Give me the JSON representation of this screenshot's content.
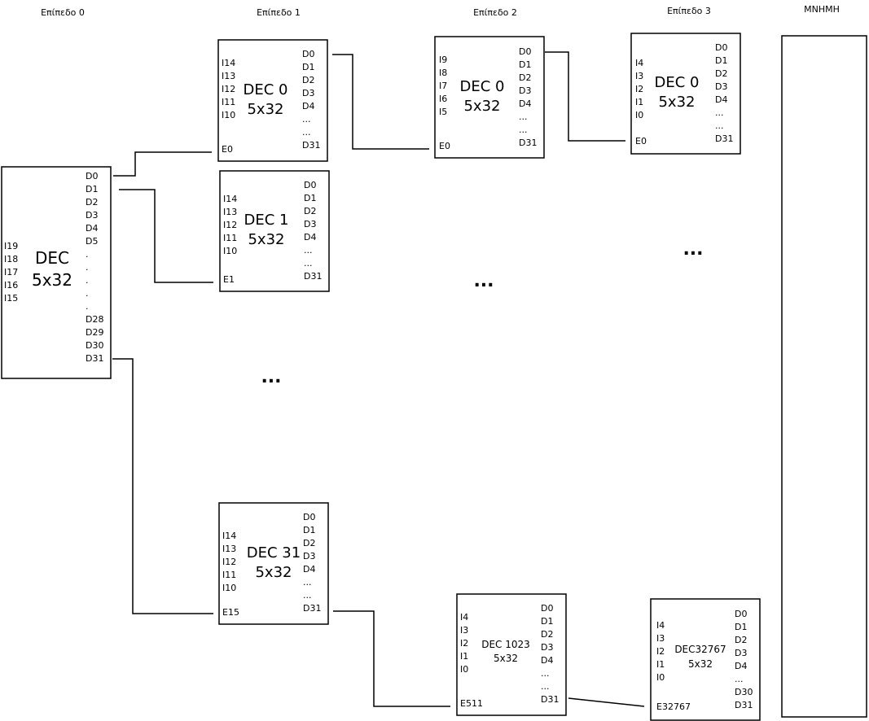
{
  "levels": [
    "Επίπεδο 0",
    "Επίπεδο 1",
    "Επίπεδο 2",
    "Επίπεδο 3"
  ],
  "memory_label": "ΜΝΗΜΗ",
  "ellipsis": "...",
  "decoders": {
    "root": {
      "name": "DEC",
      "size": "5x32",
      "inputs": [
        "I19",
        "I18",
        "I17",
        "I16",
        "I15"
      ],
      "outputs": [
        "D0",
        "D1",
        "D2",
        "D3",
        "D4",
        "D5",
        ".",
        ".",
        ".",
        ".",
        ".",
        "D28",
        "D29",
        "D30",
        "D31"
      ]
    },
    "l1_dec0": {
      "name": "DEC 0",
      "size": "5x32",
      "inputs": [
        "I14",
        "I13",
        "I12",
        "I11",
        "I10"
      ],
      "outputs": [
        "D0",
        "D1",
        "D2",
        "D3",
        "D4",
        "...",
        "...",
        "D31"
      ],
      "enable": "E0"
    },
    "l1_dec1": {
      "name": "DEC 1",
      "size": "5x32",
      "inputs": [
        "I14",
        "I13",
        "I12",
        "I11",
        "I10"
      ],
      "outputs": [
        "D0",
        "D1",
        "D2",
        "D3",
        "D4",
        "...",
        "...",
        "D31"
      ],
      "enable": "E1"
    },
    "l1_dec31": {
      "name": "DEC 31",
      "size": "5x32",
      "inputs": [
        "I14",
        "I13",
        "I12",
        "I11",
        "I10"
      ],
      "outputs": [
        "D0",
        "D1",
        "D2",
        "D3",
        "D4",
        "...",
        "...",
        "D31"
      ],
      "enable": "E15"
    },
    "l2_dec0": {
      "name": "DEC 0",
      "size": "5x32",
      "inputs": [
        "I9",
        "I8",
        "I7",
        "I6",
        "I5"
      ],
      "outputs": [
        "D0",
        "D1",
        "D2",
        "D3",
        "D4",
        "...",
        "...",
        "D31"
      ],
      "enable": "E0"
    },
    "l2_dec1023": {
      "name": "DEC 1023",
      "size": "5x32",
      "inputs": [
        "I4",
        "I3",
        "I2",
        "I1",
        "I0"
      ],
      "outputs": [
        "D0",
        "D1",
        "D2",
        "D3",
        "D4",
        "...",
        "...",
        "D31"
      ],
      "enable": "E511"
    },
    "l3_dec0": {
      "name": "DEC 0",
      "size": "5x32",
      "inputs": [
        "I4",
        "I3",
        "I2",
        "I1",
        "I0"
      ],
      "outputs": [
        "D0",
        "D1",
        "D2",
        "D3",
        "D4",
        "...",
        "...",
        "D31"
      ],
      "enable": "E0"
    },
    "l3_dec32767": {
      "name": "DEC32767",
      "size": "5x32",
      "inputs": [
        "I4",
        "I3",
        "I2",
        "I1",
        "I0"
      ],
      "outputs": [
        "D0",
        "D1",
        "D2",
        "D3",
        "D4",
        "...",
        "D30",
        "D31"
      ],
      "enable": "E32767"
    }
  }
}
